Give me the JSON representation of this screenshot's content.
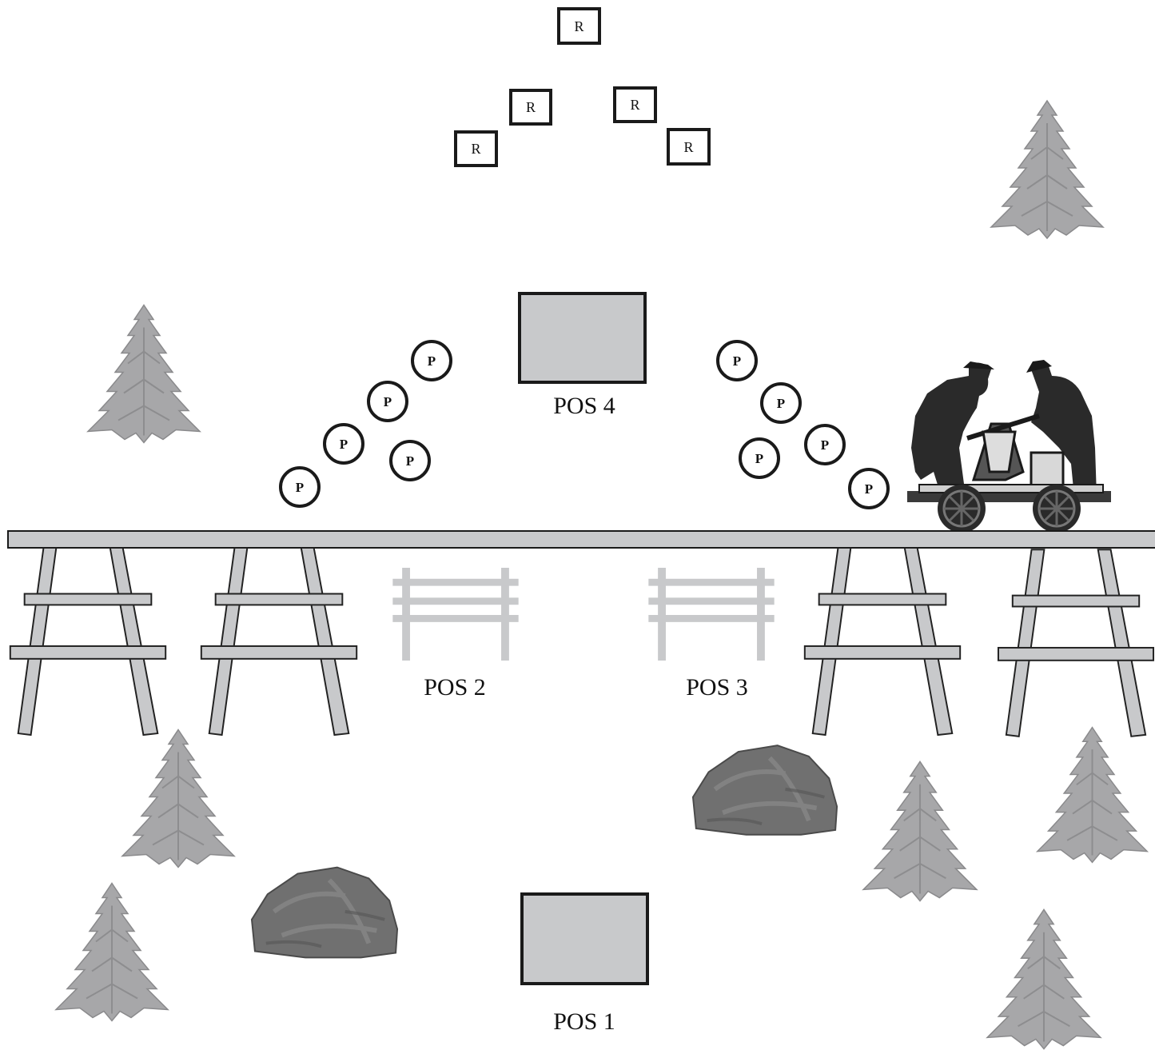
{
  "positions": {
    "pos1": "POS 1",
    "pos2": "POS 2",
    "pos3": "POS 3",
    "pos4": "POS 4"
  },
  "markers": {
    "r_label": "R",
    "p_label": "P"
  },
  "colors": {
    "gray_fill": "#c8c9cb",
    "tree": "#a7a7a9",
    "rock": "#6f6f6f",
    "outline": "#1a1a1a"
  },
  "icons": {
    "tree": "pine-tree-icon",
    "rock": "boulder-icon",
    "handcar": "railroad-handcar-icon",
    "fence": "fence-icon",
    "trestle": "trestle-track-icon"
  }
}
